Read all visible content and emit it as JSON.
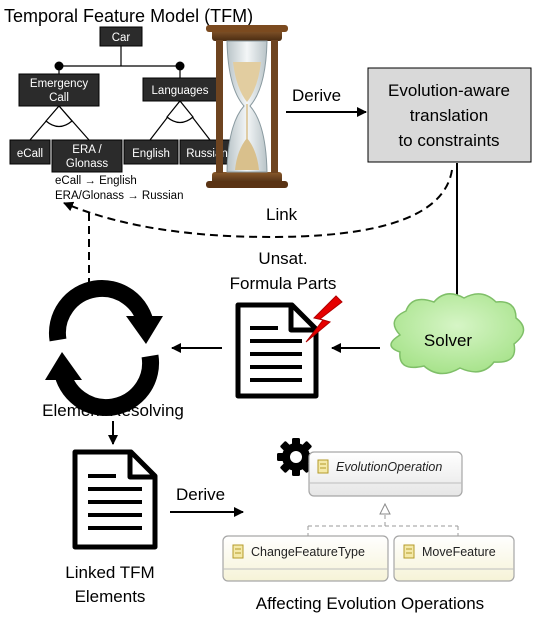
{
  "title": "Temporal Feature Model (TFM)",
  "feature_model": {
    "root": "Car",
    "emergency_call": [
      "Emergency",
      "Call"
    ],
    "languages": "Languages",
    "ecall": "eCall",
    "era_glonass": [
      "ERA /",
      "Glonass"
    ],
    "english": "English",
    "russian": "Russian",
    "constraints": [
      "eCall → English",
      "ERA/Glonass → Russian"
    ]
  },
  "derive_top": "Derive",
  "translation_box": [
    "Evolution-aware",
    "translation",
    "to constraints"
  ],
  "link_label": "Link",
  "unsat_label": [
    "Unsat.",
    "Formula Parts"
  ],
  "solver_label": "Solver",
  "element_resolving": "Element Resolving",
  "linked_elements": [
    "Linked TFM",
    "Elements"
  ],
  "derive_bottom": "Derive",
  "class_diagram": {
    "parent": "EvolutionOperation",
    "child_left": "ChangeFeatureType",
    "child_right": "MoveFeature"
  },
  "affecting_label": "Affecting Evolution Operations"
}
